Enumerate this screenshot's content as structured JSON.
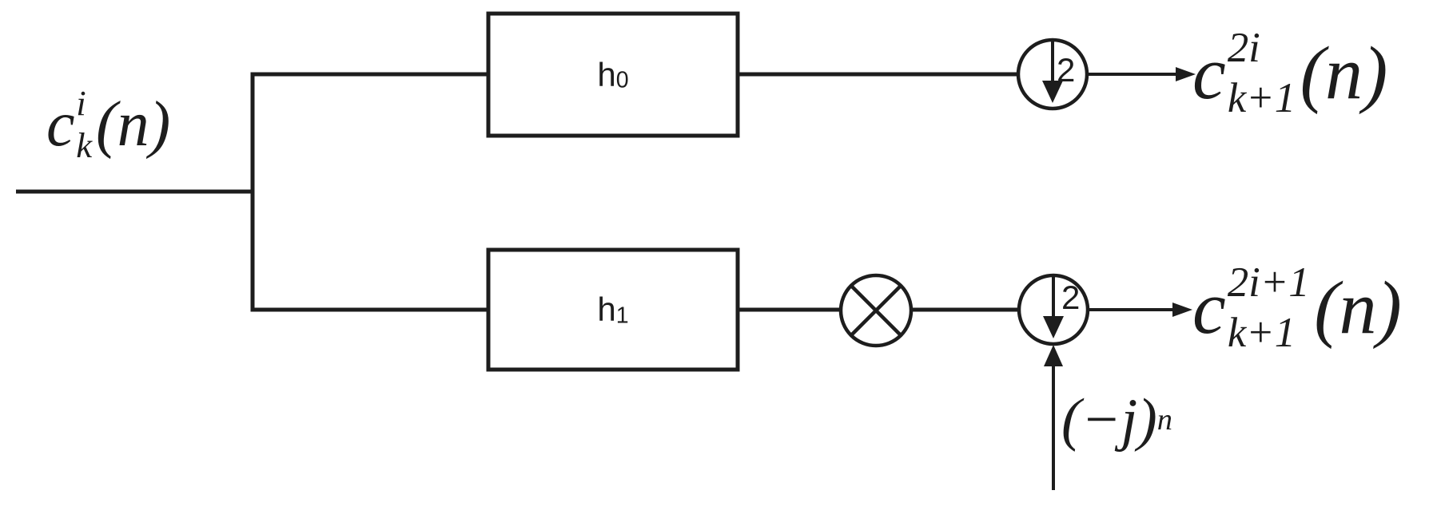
{
  "input_label": {
    "base": "c",
    "sup": "i",
    "sub": "k",
    "arg": "(n)"
  },
  "filters": {
    "top": {
      "base": "h",
      "sub": "0"
    },
    "bottom": {
      "base": "h",
      "sub": "1"
    }
  },
  "downsamplers": {
    "top_factor": "2",
    "bottom_factor": "2"
  },
  "outputs": {
    "top": {
      "base": "c",
      "sup": "2i",
      "sub": "k+1",
      "arg": "(n)"
    },
    "bottom": {
      "base": "c",
      "sup": "2i+1",
      "sub": "k+1",
      "arg": "(n)"
    }
  },
  "modulator_label": {
    "base": "(−j)",
    "sup": "n"
  },
  "colors": {
    "ink": "#1d1d1d",
    "background": "#ffffff"
  }
}
